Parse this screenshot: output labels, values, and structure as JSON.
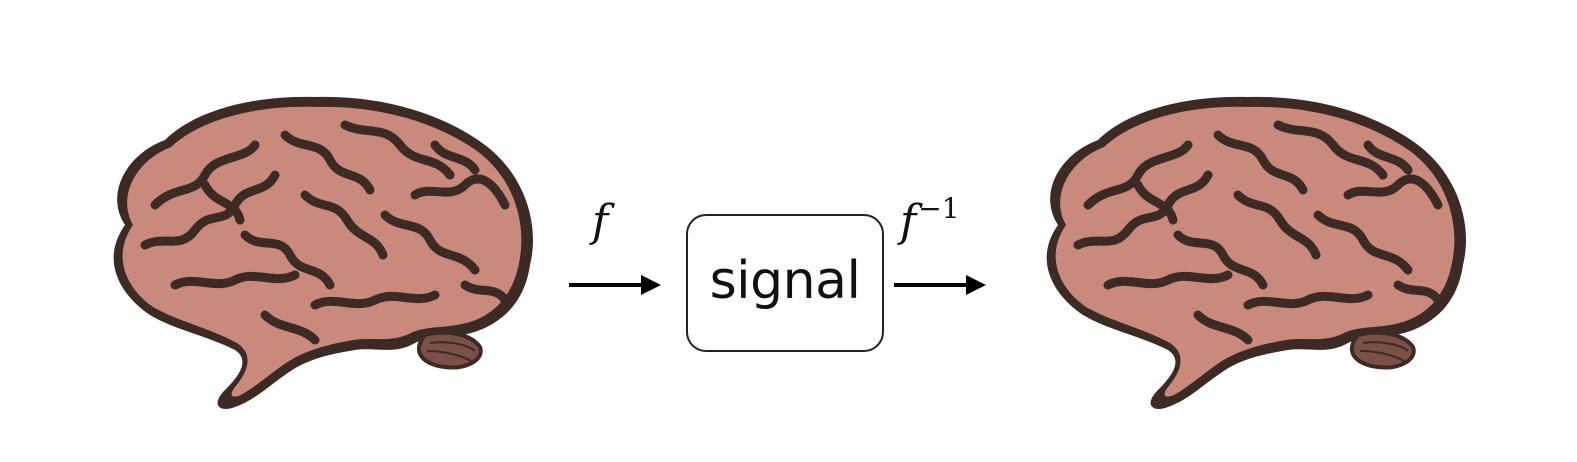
{
  "diagram": {
    "left_label": "f",
    "right_label_base": "f",
    "right_label_exponent": "−1",
    "box_label": "signal"
  },
  "colors": {
    "brain_fill": "#c98a7d",
    "brain_outline": "#3d2a25",
    "brain_shadow": "#7a5048",
    "arrow": "#000000",
    "box_border": "#222222"
  }
}
